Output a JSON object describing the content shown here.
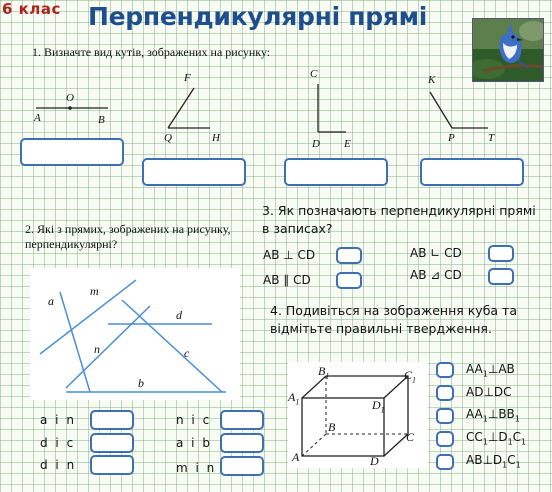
{
  "header": {
    "grade": "6 клас",
    "title": "Перпендикулярні прямі"
  },
  "q1": {
    "text": "1. Визначте вид кутів, зображених  на рисунку:",
    "fig_a": {
      "left": "A",
      "mid": "O",
      "right": "B"
    },
    "fig_b": {
      "top": "F",
      "vertex": "Q",
      "end": "H"
    },
    "fig_c": {
      "top": "C",
      "vertex": "D",
      "end": "E"
    },
    "fig_d": {
      "top": "K",
      "vertex": "P",
      "end": "T"
    }
  },
  "q2": {
    "text": "2. Які з прямих, зображених на рисунку,  перпендикулярні?",
    "lines": {
      "a": "a",
      "m": "m",
      "d": "d",
      "n": "n",
      "c": "c",
      "b": "b"
    },
    "pairs_left": [
      "a i n",
      "d i c",
      "d i n"
    ],
    "pairs_right": [
      "n i c",
      "a i b",
      "m i n"
    ]
  },
  "q3": {
    "text": "3. Як позначають перпендикулярні прямі в записах?",
    "options": [
      "AB ⊥ CD",
      "AB ∟ CD",
      "AB ∥ CD",
      "AB ⊿ CD"
    ]
  },
  "q4": {
    "text": "4. Подивіться на зображення куба та відмітьте правильні твердження.",
    "cube": {
      "B1": "B1",
      "C1": "C1",
      "A1": "A1",
      "D1": "D1",
      "B": "B",
      "C": "C",
      "A": "A",
      "D": "D"
    },
    "statements": [
      "AA1⊥AB",
      "AD⊥DC",
      "AA1⊥BB1",
      "CC1⊥D1C1",
      "AB⊥D1C1"
    ]
  },
  "colors": {
    "title": "#1f4e8e",
    "grade": "#b0241c",
    "box_border": "#3f6fb3",
    "grid": "#78aa78"
  }
}
